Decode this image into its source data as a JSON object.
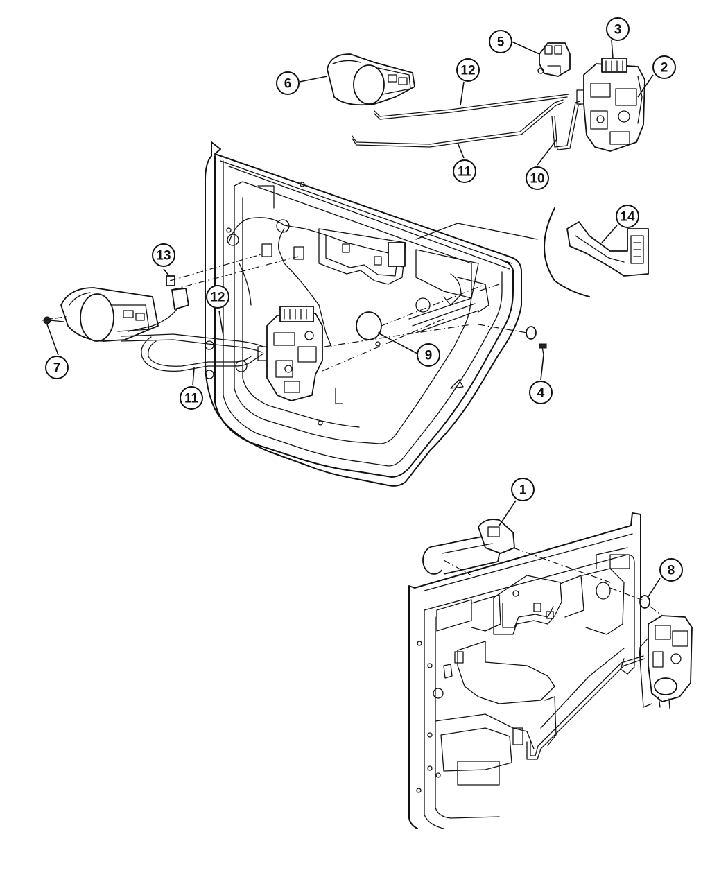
{
  "diagram": {
    "callouts": [
      {
        "id": "c1",
        "label": "1"
      },
      {
        "id": "c2",
        "label": "2"
      },
      {
        "id": "c3",
        "label": "3"
      },
      {
        "id": "c4",
        "label": "4"
      },
      {
        "id": "c5",
        "label": "5"
      },
      {
        "id": "c6",
        "label": "6"
      },
      {
        "id": "c7",
        "label": "7"
      },
      {
        "id": "c8",
        "label": "8"
      },
      {
        "id": "c9",
        "label": "9"
      },
      {
        "id": "c10",
        "label": "10"
      },
      {
        "id": "c11a",
        "label": "11"
      },
      {
        "id": "c11b",
        "label": "11"
      },
      {
        "id": "c12a",
        "label": "12"
      },
      {
        "id": "c12b",
        "label": "12"
      },
      {
        "id": "c13",
        "label": "13"
      },
      {
        "id": "c14",
        "label": "14"
      }
    ]
  }
}
